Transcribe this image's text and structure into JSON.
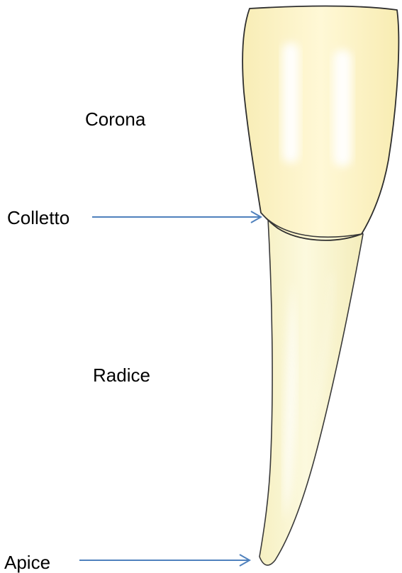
{
  "labels": {
    "corona": "Corona",
    "colletto": "Colletto",
    "radice": "Radice",
    "apice": "Apice"
  },
  "colors": {
    "crown_fill": "#FCF2BE",
    "root_fill": "#F9F5CE",
    "highlight": "#FFFFFF",
    "outline": "#3A3A3A",
    "arrow": "#4F81BD",
    "text": "#000000"
  }
}
